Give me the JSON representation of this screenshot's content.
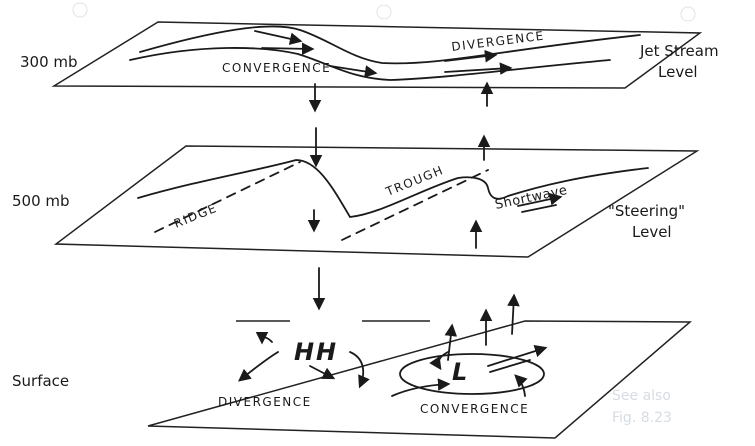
{
  "levels": {
    "upper": {
      "left": "300 mb",
      "right_line1": "Jet Stream",
      "right_line2": "Level"
    },
    "middle": {
      "left": "500 mb",
      "right_line1": "\"Steering\"",
      "right_line2": "Level"
    },
    "lower": {
      "left": "Surface"
    }
  },
  "upper_plane": {
    "divergence": "DIVERGENCE",
    "convergence": "CONVERGENCE"
  },
  "middle_plane": {
    "ridge": "RIDGE",
    "trough": "TROUGH",
    "shortwave": "Shortwave"
  },
  "surface_plane": {
    "high_symbol": "H",
    "low_symbol": "L",
    "divergence": "DIVERGENCE",
    "convergence": "CONVERGENCE"
  },
  "corner_note": {
    "line1": "See also",
    "line2": "Fig. 8.23"
  }
}
